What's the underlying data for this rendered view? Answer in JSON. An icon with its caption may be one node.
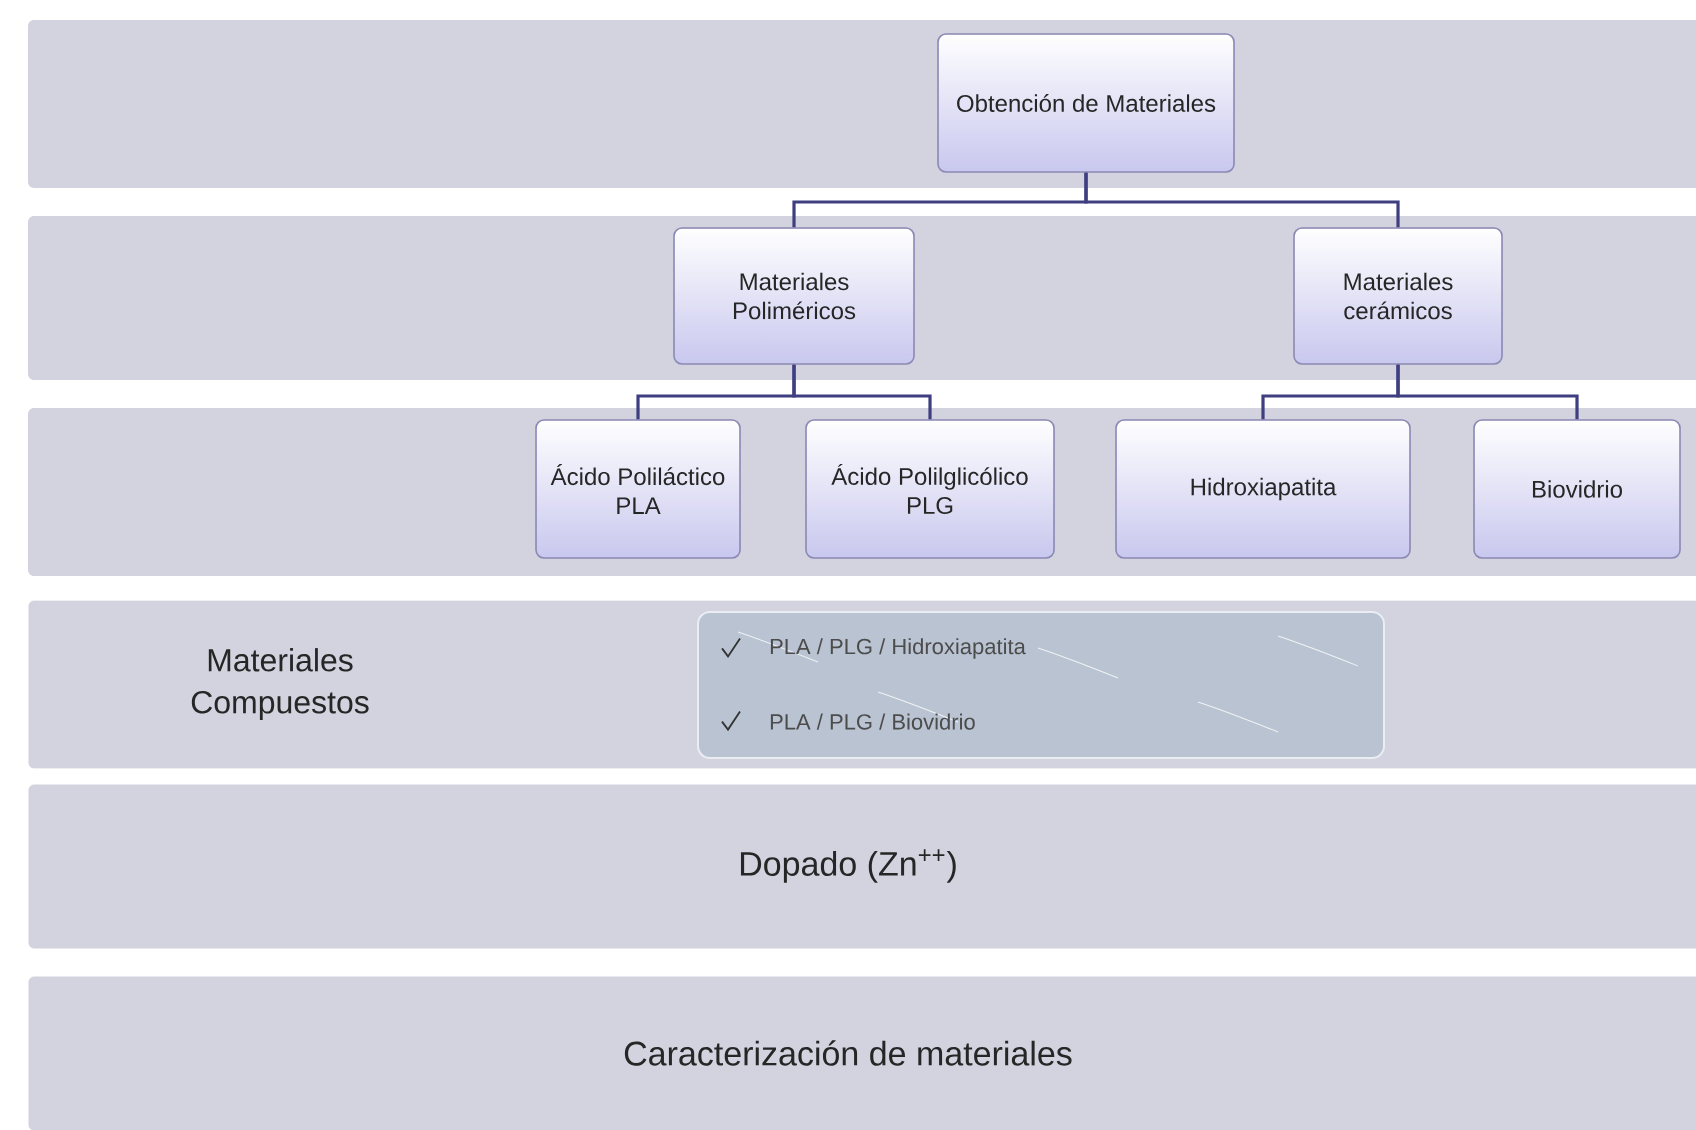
{
  "diagram": {
    "nodes": [
      {
        "text": [
          "Obtención de Materiales"
        ]
      },
      {
        "text": [
          "Materiales Poliméricos"
        ]
      },
      {
        "text": [
          "Materiales cerámicos"
        ]
      },
      {
        "text": [
          "Ácido Poliláctico PLA"
        ]
      },
      {
        "text": [
          "Ácido Polilglicólico PLG"
        ]
      },
      {
        "text": [
          "Hidroxiapatita"
        ]
      },
      {
        "text": [
          "Biovidrio"
        ]
      },
      {
        "text": [
          "Materiales Compuestos"
        ]
      },
      {
        "text": [
          "PLA / PLG / Hidroxiapatita",
          "PLA / PLG / Biovidrio"
        ],
        "in": 7
      },
      {
        "text": [
          "Dopado (Zn$^{++}$)"
        ]
      },
      {
        "text": [
          "Caracterización de materiales"
        ]
      }
    ],
    "edges": [
      {
        "from": 0,
        "to": 1,
        "arrow": "none"
      },
      {
        "from": 0,
        "to": 2,
        "arrow": "none"
      },
      {
        "from": 1,
        "to": 3,
        "arrow": "none"
      },
      {
        "from": 1,
        "to": 4,
        "arrow": "none"
      },
      {
        "from": 2,
        "to": 5,
        "arrow": "none"
      },
      {
        "from": 2,
        "to": 6,
        "arrow": "none"
      }
    ]
  }
}
